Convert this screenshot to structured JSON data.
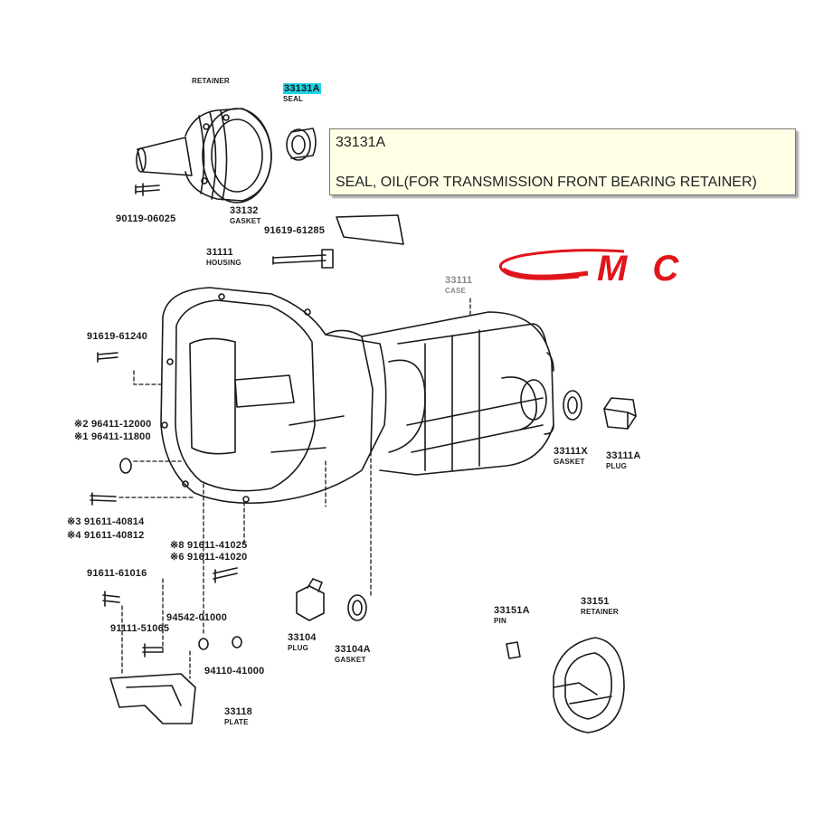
{
  "tooltip": {
    "part_number": "33131A",
    "description": "SEAL, OIL(FOR TRANSMISSION FRONT BEARING RETAINER)"
  },
  "watermark": {
    "text": "MC",
    "color": "#e0151b"
  },
  "highlight_color": "#1fd4e6",
  "parts": [
    {
      "id": "retainer_top_name",
      "text": "RETAINER"
    },
    {
      "id": "p33131A",
      "text": "33131A",
      "sub": "SEAL",
      "highlighted": true
    },
    {
      "id": "p90119",
      "text": "90119-06025"
    },
    {
      "id": "p33132",
      "text": "33132",
      "sub": "GASKET"
    },
    {
      "id": "p91619_61285",
      "text": "91619-61285"
    },
    {
      "id": "p31111",
      "text": "31111",
      "sub": "HOUSING"
    },
    {
      "id": "p33111",
      "text": "33111",
      "sub": "CASE"
    },
    {
      "id": "p91619_61240",
      "text": "91619-61240"
    },
    {
      "id": "p96411_a",
      "text": "※2 96411-12000"
    },
    {
      "id": "p96411_b",
      "text": "※1 96411-11800"
    },
    {
      "id": "p91611_40814",
      "text": "※3 91611-40814"
    },
    {
      "id": "p91611_40812",
      "text": "※4 91611-40812"
    },
    {
      "id": "p91611_41025",
      "text": "※8 91611-41025"
    },
    {
      "id": "p91611_41020",
      "text": "※6 91611-41020"
    },
    {
      "id": "p91611_61016",
      "text": "91611-61016"
    },
    {
      "id": "p94542",
      "text": "94542-01000"
    },
    {
      "id": "p91111",
      "text": "91111-51065"
    },
    {
      "id": "p94110",
      "text": "94110-41000"
    },
    {
      "id": "p33104",
      "text": "33104",
      "sub": "PLUG"
    },
    {
      "id": "p33104A",
      "text": "33104A",
      "sub": "GASKET"
    },
    {
      "id": "p33111X",
      "text": "33111X",
      "sub": "GASKET"
    },
    {
      "id": "p33111A",
      "text": "33111A",
      "sub": "PLUG"
    },
    {
      "id": "p33151A",
      "text": "33151A",
      "sub": "PIN"
    },
    {
      "id": "p33151",
      "text": "33151",
      "sub": "RETAINER"
    },
    {
      "id": "p33118",
      "text": "33118",
      "sub": "PLATE"
    }
  ]
}
